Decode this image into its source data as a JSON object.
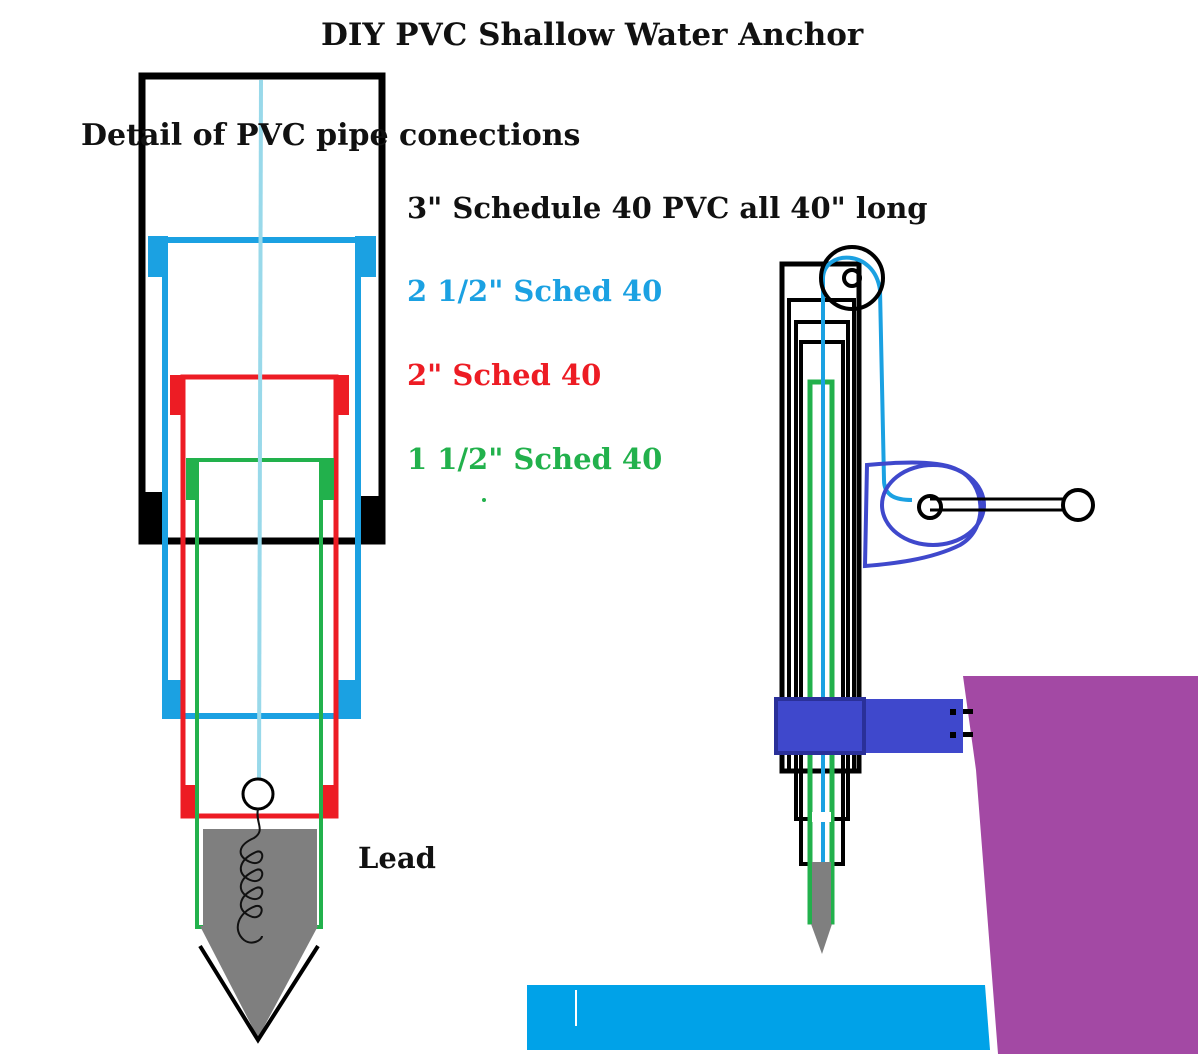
{
  "title": "DIY PVC Shallow Water Anchor",
  "labels": {
    "detail": "Detail of PVC pipe conections",
    "pvc_3in": "3\" Schedule 40 PVC all 40\" long",
    "pvc_2_5in": "2 1/2\" Sched 40",
    "pvc_2in": "2\" Sched 40",
    "pvc_1_5in": "1 1/2\" Sched 40",
    "lead": "Lead"
  },
  "colors": {
    "pvc_3in": "#000000",
    "pvc_2_5in": "#1ba1e2",
    "pvc_2in": "#ed1c24",
    "pvc_1_5in": "#22b14c",
    "rope": "#99d9ea",
    "lead": "#7f7f7f",
    "mount": "#3f48cc",
    "boat_hull": "#a349a4",
    "water": "#00a2e8",
    "text": "#111111"
  }
}
